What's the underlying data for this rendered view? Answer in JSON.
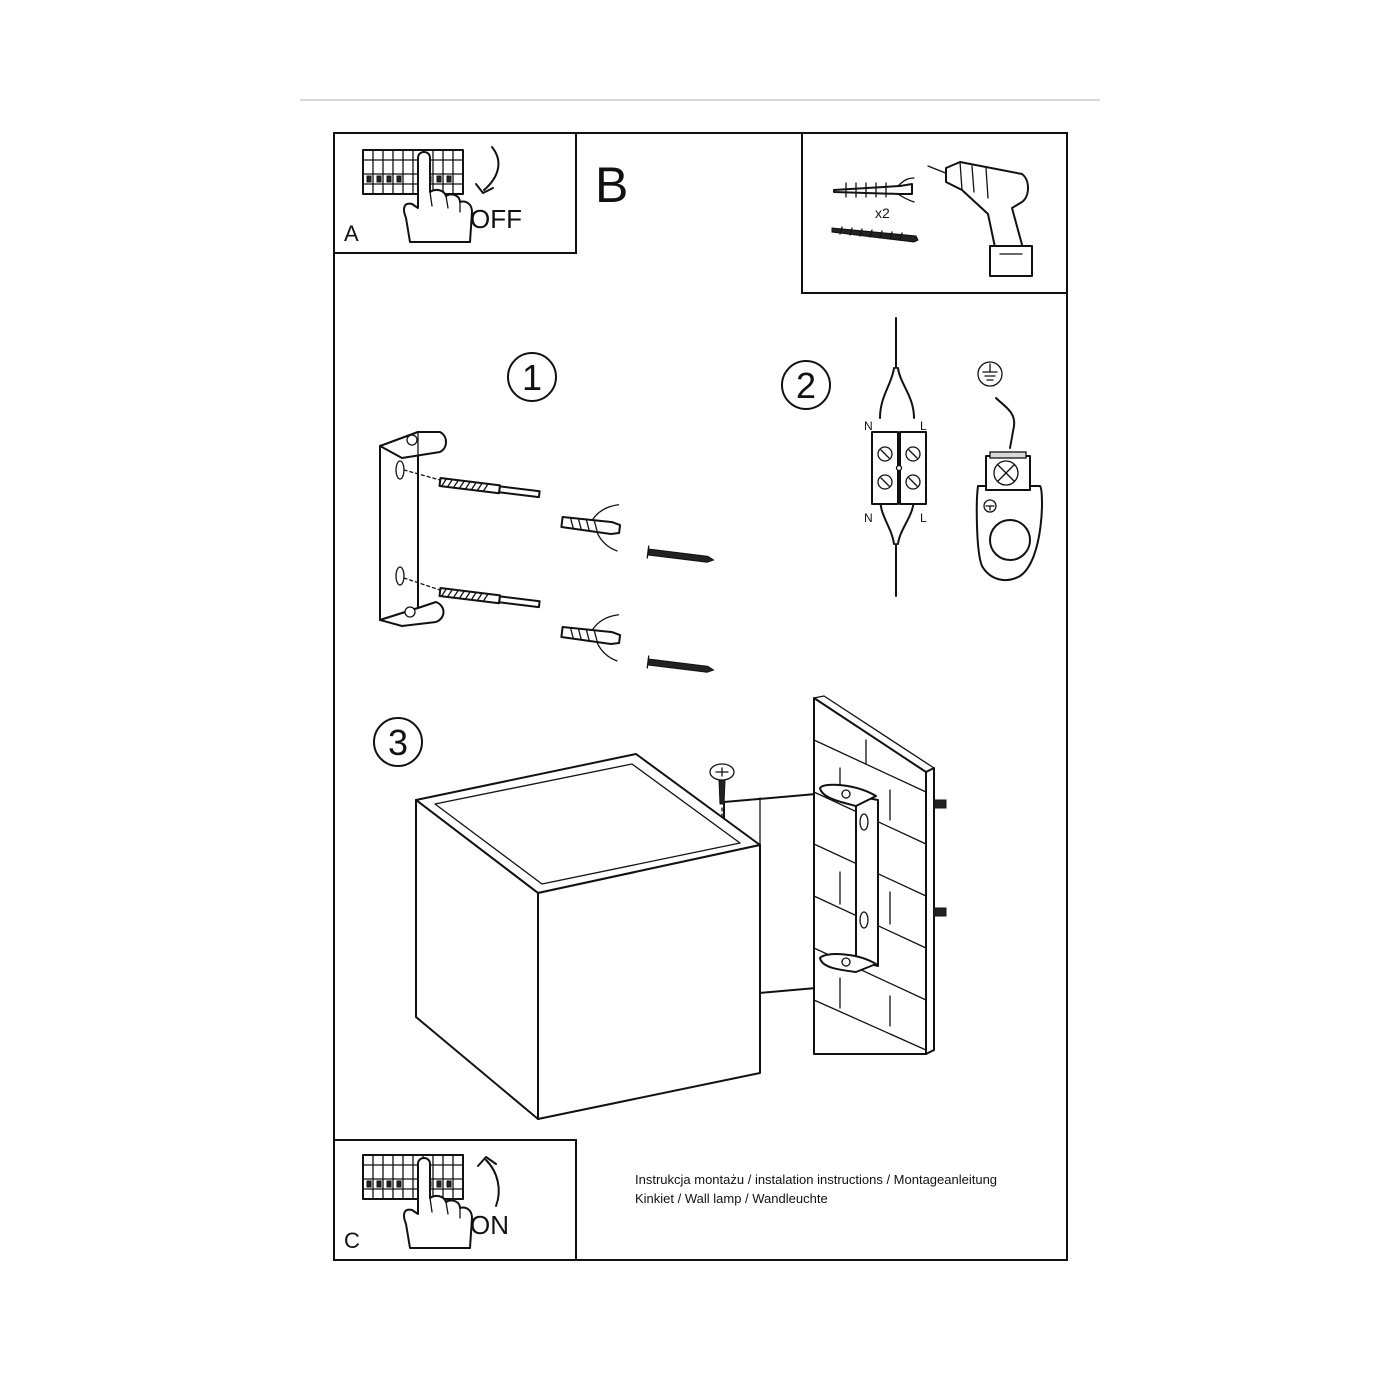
{
  "panels": {
    "a": {
      "letter": "A",
      "action": "OFF"
    },
    "b": {
      "letter": "B",
      "count": "x2"
    },
    "c": {
      "letter": "C",
      "action": "ON"
    }
  },
  "steps": {
    "step1": "1",
    "step2": "2",
    "step3": "3"
  },
  "wiring": {
    "n_top": "N",
    "l_top": "L",
    "n_bottom": "N",
    "l_bottom": "L"
  },
  "caption": {
    "line1": "Instrukcja montażu / instalation instructions / Montageanleitung",
    "line2": "Kinkiet / Wall lamp / Wandleuchte"
  }
}
